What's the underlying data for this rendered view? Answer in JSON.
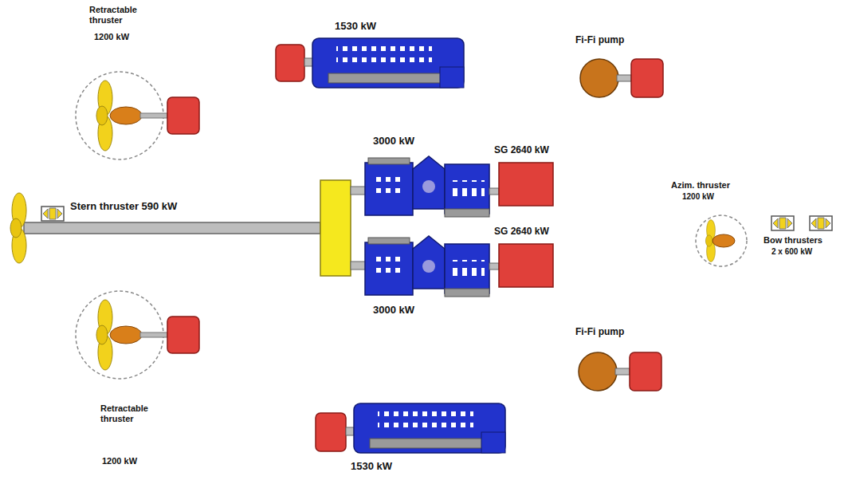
{
  "diagram": {
    "labels": [
      "Retractable thruster",
      "1200 kW",
      "1530 kW",
      "Fi-Fi pump",
      "3000 kW",
      "SG 2640 kW",
      "Azim. thruster",
      "1200 kW",
      "SG 2640 kW",
      "Bow thrusters",
      "2 x 600 kW",
      "Stern thruster 590 kW",
      "3000 kW",
      "Fi-Fi pump",
      "Retractable thruster",
      "1200 kW",
      "1530 kW"
    ]
  }
}
